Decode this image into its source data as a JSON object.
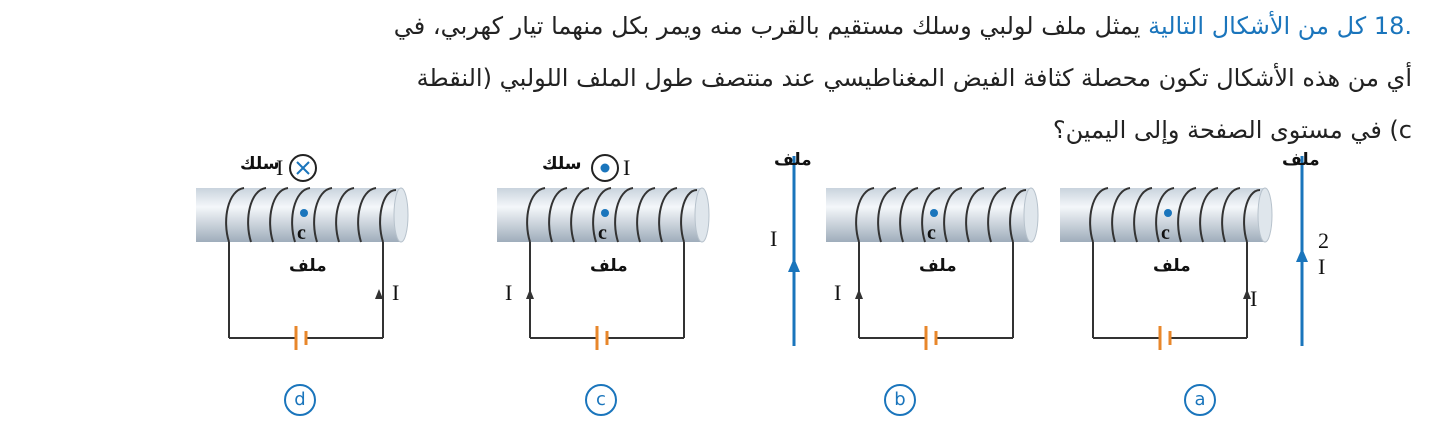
{
  "question": {
    "number": ".18",
    "highlight": "كل من الأشكال التالية",
    "line1_rest": " يمثل ملف لولبي وسلك مستقيم بالقرب منه ويمر بكل منهما تيار كهربي، في",
    "line2": "أي من هذه الأشكال تكون محصلة كثافة الفيض المغناطيسي عند منتصف طول الملف اللولبي (النقطة",
    "line3": "c) في مستوى الصفحة وإلى اليمين؟"
  },
  "labels": {
    "coil": "ملف",
    "wire": "سلك",
    "current": "I",
    "double_current": "2 I",
    "point": "c"
  },
  "options": {
    "a": "a",
    "b": "b",
    "c": "c",
    "d": "d"
  },
  "colors": {
    "accent": "#1a75bc",
    "battery": "#e8872b",
    "wire": "#1a75bc"
  }
}
